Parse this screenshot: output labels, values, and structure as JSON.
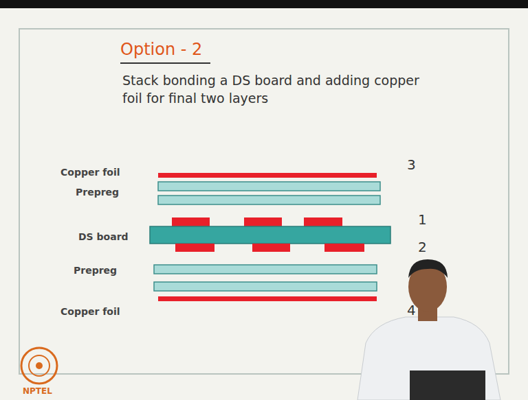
{
  "diagram": {
    "title": "Option - 2",
    "labels": [
      "Stack bonding a DS board and adding copper foil for final two layers",
      "Copper foil",
      "Prepreg",
      "DS board",
      "Prepreg",
      "Copper foil",
      "3",
      "1",
      "2",
      "4",
      "NPTEL"
    ]
  }
}
